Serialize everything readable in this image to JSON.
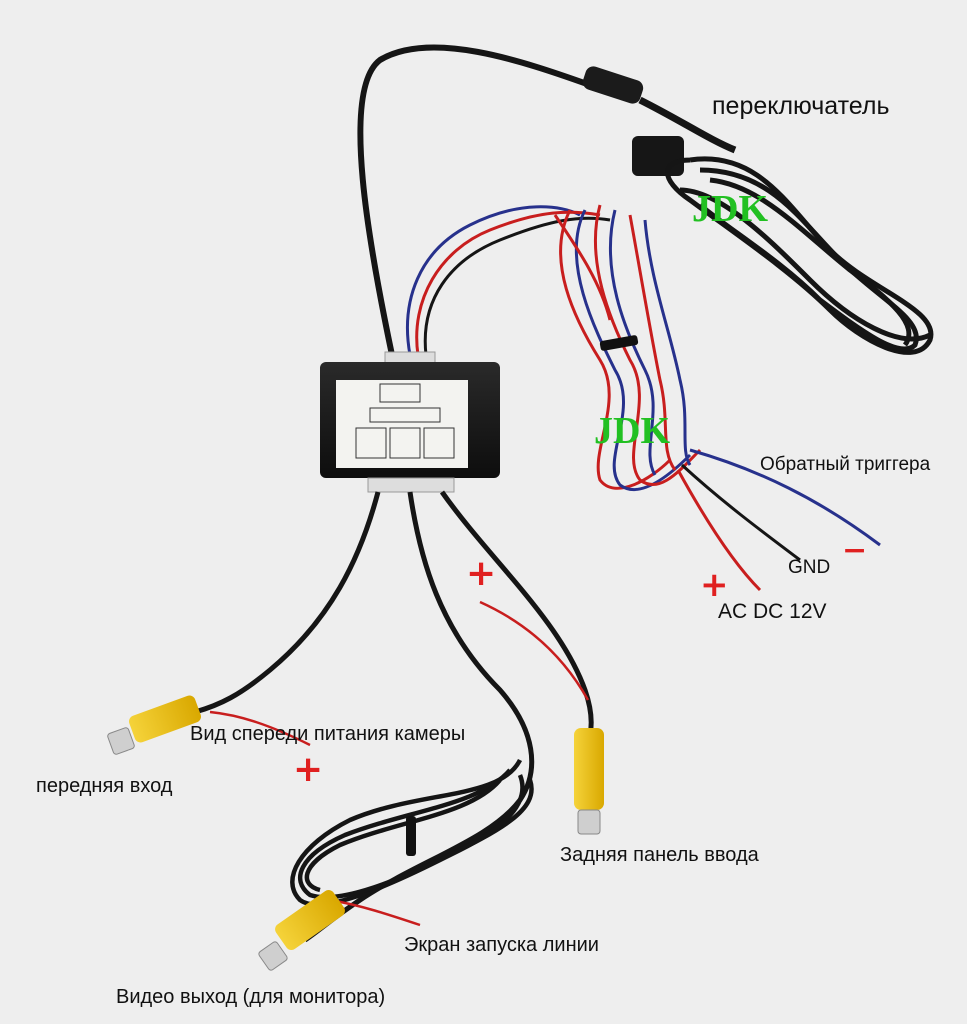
{
  "brand": "JDK",
  "labels": {
    "switch": "переключатель",
    "reverse_trigger": "Обратный триггера",
    "gnd": "GND",
    "power": "AC DC 12V",
    "front_camera_power": "Вид спереди питания камеры",
    "front_input": "передняя вход",
    "rear_input": "Задняя панель ввода",
    "screen_trigger": "Экран запуска линии",
    "video_out": "Видео выход (для монитора)"
  },
  "signs": {
    "plus": "+",
    "minus": "−"
  },
  "colors": {
    "background": "#eeeeee",
    "cable": "#151515",
    "red_wire": "#c81e1e",
    "blue_wire": "#27318c",
    "rca_yellow": "#f1c40f",
    "brand_green": "#22c022",
    "sign_red": "#e02020"
  }
}
